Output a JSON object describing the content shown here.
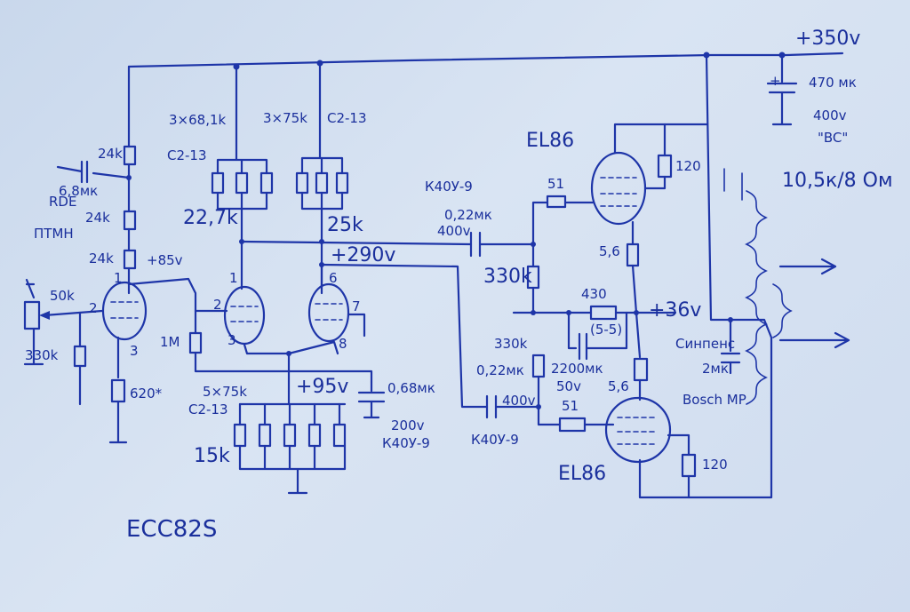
{
  "supply": {
    "voltage": "+350v",
    "cap_value": "470 мк",
    "cap_rating": "400v",
    "cap_type": "\"BC\"",
    "ot_spec": "10,5к/8 Ом"
  },
  "input": {
    "decoupling_cap": "6,8мк",
    "decoupling_cap_type": "RDE",
    "r_top": "24k",
    "r_mid": "24k",
    "r_bottom": "24k",
    "note": "ПТМН",
    "volume_pot": "50k",
    "grid_resistor": "330k",
    "cathode_resistor": "620*",
    "anode_voltage": "+85v",
    "pin_anode": "1",
    "pin_grid": "2",
    "pin_cathode": "3"
  },
  "phase_splitter": {
    "left_load_bank": "3×68,1k",
    "left_load_bank_type": "C2-13",
    "left_load_total": "22,7k",
    "right_load_bank": "3×75k",
    "right_load_bank_type": "C2-13",
    "right_load_total": "25k",
    "anode_voltage": "+290v",
    "grid_leak": "1M",
    "pin_left_anode": "1",
    "pin_left_grid": "2",
    "pin_left_cathode": "3",
    "pin_right_anode": "6",
    "pin_right_grid": "7",
    "pin_right_cathode": "8",
    "tail_bank": "5×75k",
    "tail_bank_type": "C2-13",
    "tail_total": "15k",
    "tail_voltage": "+95v",
    "bypass_cap": "0,68мк",
    "bypass_rating": "200v",
    "bypass_type": "К40У-9"
  },
  "output": {
    "top_tube": "EL86",
    "bottom_tube": "EL86",
    "top_coupling_cap_type": "К40У-9",
    "top_coupling_cap": "0,22мк",
    "top_coupling_rating": "400v",
    "bottom_coupling_cap": "0,22мк",
    "bottom_coupling_rating": "400v",
    "bottom_coupling_type": "К40У-9",
    "top_grid_stopper": "51",
    "bottom_grid_stopper": "51",
    "top_grid_leak": "330k",
    "bottom_grid_leak": "330k",
    "top_screen_resistor": "120",
    "bottom_screen_resistor": "120",
    "top_cathode_resistor": "5,6",
    "bottom_cathode_resistor": "5,6",
    "bias_resistor": "430",
    "bias_voltage": "+36v",
    "bias_cap": "2200мк",
    "bias_cap_rating": "50v",
    "bias_cap_model": "(5-5)",
    "feedback_cap": "2мк",
    "feedback_cap_type": "Bosch MP",
    "feedback_label": "Синпенс"
  },
  "tube_label": "ECC82S"
}
